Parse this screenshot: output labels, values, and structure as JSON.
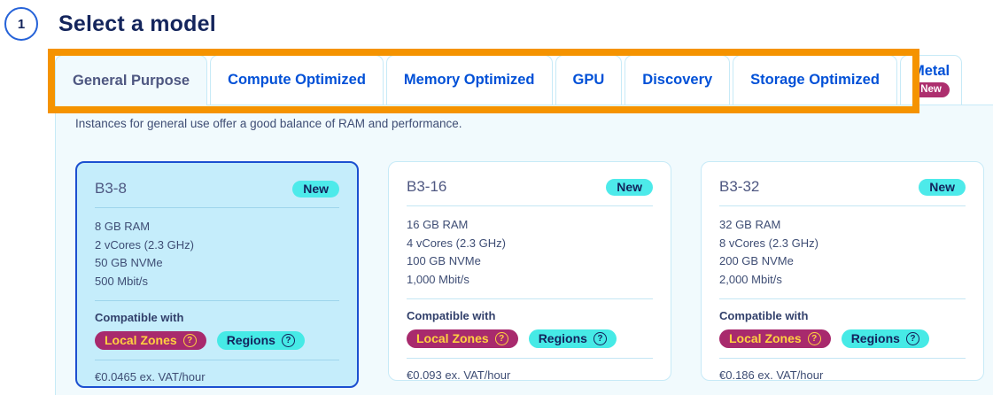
{
  "step": {
    "number": "1",
    "title": "Select a model"
  },
  "tabs": [
    {
      "label": "General Purpose",
      "active": true
    },
    {
      "label": "Compute Optimized",
      "active": false
    },
    {
      "label": "Memory Optimized",
      "active": false
    },
    {
      "label": "GPU",
      "active": false
    },
    {
      "label": "Discovery",
      "active": false
    },
    {
      "label": "Storage Optimized",
      "active": false
    },
    {
      "label": "Metal",
      "active": false,
      "badge": "New"
    }
  ],
  "panel": {
    "description": "Instances for general use offer a good balance of RAM and performance."
  },
  "cards": [
    {
      "name": "B3-8",
      "badge": "New",
      "selected": true,
      "specs": [
        "8 GB RAM",
        "2 vCores (2.3 GHz)",
        "50 GB NVMe",
        "500 Mbit/s"
      ],
      "compatible_label": "Compatible with",
      "zones": [
        {
          "label": "Local Zones",
          "help": "?"
        },
        {
          "label": "Regions",
          "help": "?"
        }
      ],
      "price": "€0.0465 ex. VAT/hour"
    },
    {
      "name": "B3-16",
      "badge": "New",
      "selected": false,
      "specs": [
        "16 GB RAM",
        "4 vCores (2.3 GHz)",
        "100 GB NVMe",
        "1,000 Mbit/s"
      ],
      "compatible_label": "Compatible with",
      "zones": [
        {
          "label": "Local Zones",
          "help": "?"
        },
        {
          "label": "Regions",
          "help": "?"
        }
      ],
      "price": "€0.093 ex. VAT/hour"
    },
    {
      "name": "B3-32",
      "badge": "New",
      "selected": false,
      "specs": [
        "32 GB RAM",
        "8 vCores (2.3 GHz)",
        "200 GB NVMe",
        "2,000 Mbit/s"
      ],
      "compatible_label": "Compatible with",
      "zones": [
        {
          "label": "Local Zones",
          "help": "?"
        },
        {
          "label": "Regions",
          "help": "?"
        }
      ],
      "price": "€0.186 ex. VAT/hour"
    }
  ],
  "colors": {
    "highlight_orange": "#F59300",
    "tab_blue": "#0050D7",
    "navy": "#14255C",
    "active_tab_text": "#4E5781",
    "panel_bg": "#F1FAFD",
    "selected_card_bg": "#C5EDFB",
    "selected_card_border": "#1C4FD0",
    "new_badge_cyan": "#4DEAEA",
    "local_zones_magenta": "#A82A6D",
    "local_zones_text_yellow": "#FFD140",
    "regions_cyan": "#46EAE6",
    "metal_new_badge_magenta": "#AD2F6E"
  }
}
